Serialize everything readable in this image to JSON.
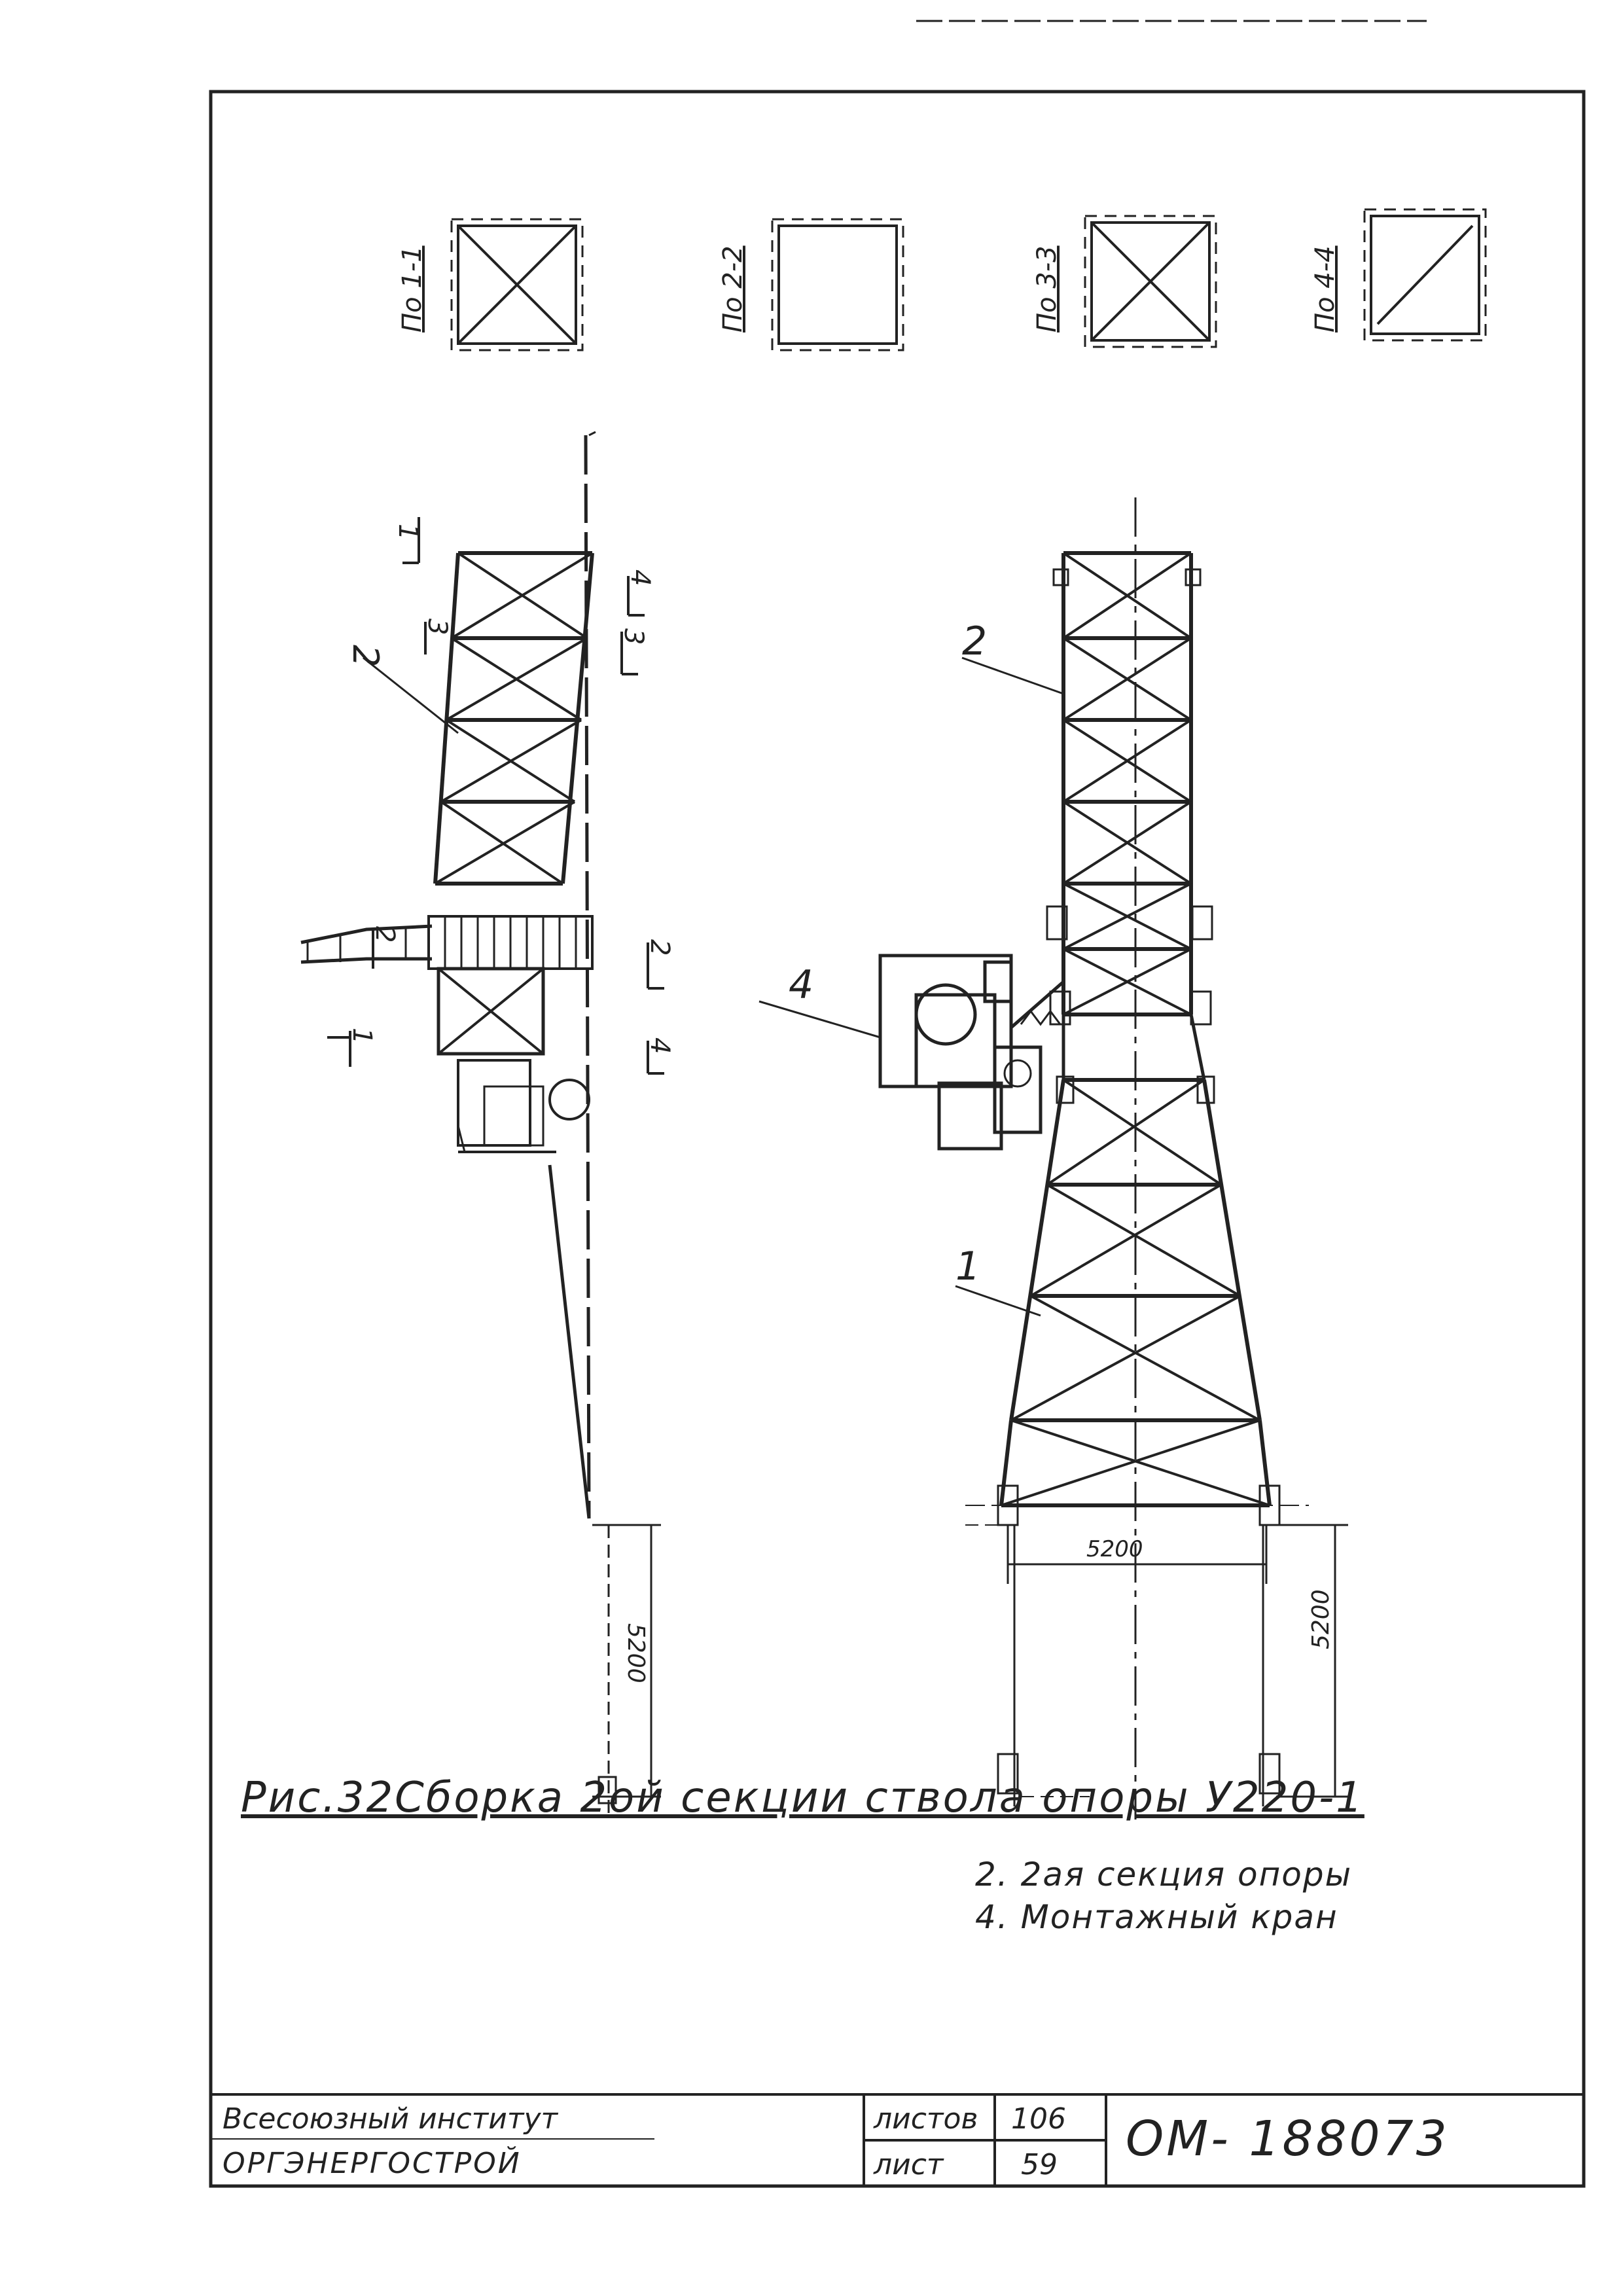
{
  "sections": [
    {
      "label": "По 1-1",
      "type": "cross"
    },
    {
      "label": "По 2-2",
      "type": "empty"
    },
    {
      "label": "По 3-3",
      "type": "cross"
    },
    {
      "label": "По 4-4",
      "type": "diagonal"
    }
  ],
  "side_view": {
    "section_marks": [
      "1",
      "2",
      "3",
      "4",
      "1",
      "2",
      "3",
      "4"
    ],
    "position_label": "2",
    "dimension": "5200"
  },
  "front_view": {
    "position_labels": [
      "2",
      "4",
      "1"
    ],
    "dimension_horizontal": "5200",
    "dimension_vertical": "5200"
  },
  "caption": "Рис.32Сборка 2ой секции ствола опоры У220-1",
  "legend": [
    "2. 2ая секция опоры",
    "4. Монтажный кран"
  ],
  "title_block": {
    "org_line1": "Всесоюзный институт",
    "org_line2": "ОРГЭНЕРГОСТРОЙ",
    "sheets_label": "листов",
    "sheets_value": "106",
    "sheet_label": "лист",
    "sheet_value": "59",
    "doc_code": "ОМ- 188073"
  },
  "colors": {
    "ink": "#222222",
    "paper": "#ffffff"
  }
}
